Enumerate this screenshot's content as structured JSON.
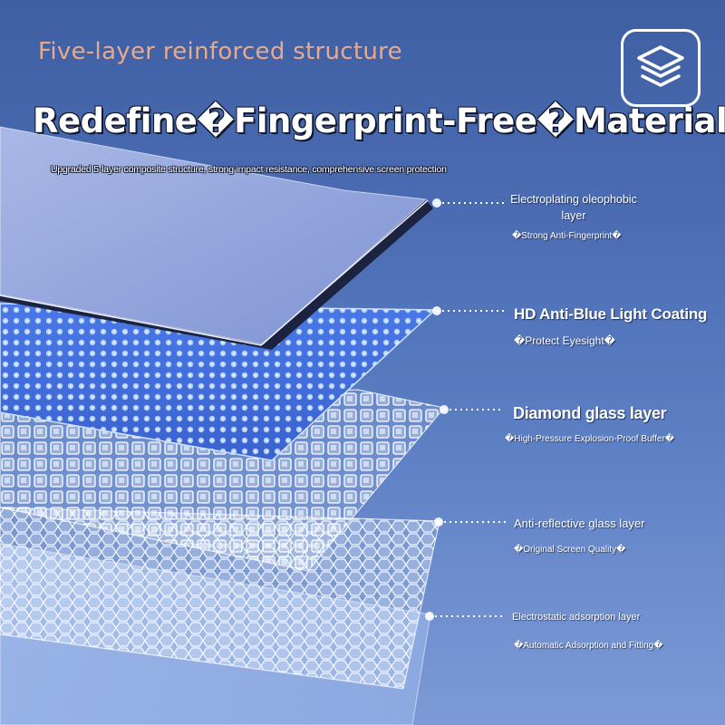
{
  "header": {
    "tagline": "Five-layer reinforced structure",
    "headline": "Redefine�Fingerprint-Free�Material",
    "subline": "Upgraded 5-layer composite structure, strong impact resistance, comprehensive screen protection"
  },
  "badge": {
    "icon": "stacked-layers-icon"
  },
  "layers": [
    {
      "title": "Electroplating oleophobic layer",
      "benefit": "�Strong Anti-Fingerprint�"
    },
    {
      "title": "HD Anti-Blue Light Coating",
      "benefit": "�Protect Eyesight�"
    },
    {
      "title": "Diamond glass layer",
      "benefit": "�High-Pressure Explosion-Proof Buffer�"
    },
    {
      "title": "Anti-reflective glass layer",
      "benefit": "�Original Screen Quality�"
    },
    {
      "title": "Electrostatic adsorption layer",
      "benefit": "�Automatic Adsorption and Fitting�"
    }
  ],
  "colors": {
    "background_top": "#3f5fa3",
    "background_bottom": "#7d9ad6",
    "tagline": "#e8a98c",
    "text": "#ffffff"
  }
}
